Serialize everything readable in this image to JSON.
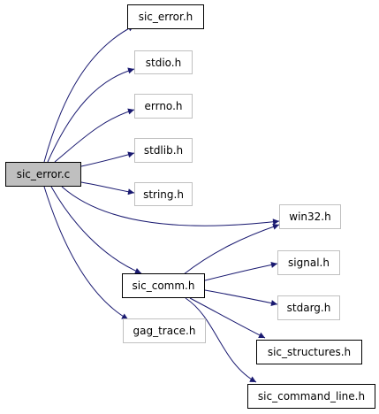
{
  "colors": {
    "edge": "#191970",
    "root_fill": "#bfbfbf",
    "solid_border": "#000000",
    "faint_border": "#c0c0c0"
  },
  "nodes": {
    "sic_error_c": "sic_error.c",
    "sic_error_h": "sic_error.h",
    "stdio_h": "stdio.h",
    "errno_h": "errno.h",
    "stdlib_h": "stdlib.h",
    "string_h": "string.h",
    "win32_h": "win32.h",
    "sic_comm_h": "sic_comm.h",
    "signal_h": "signal.h",
    "stdarg_h": "stdarg.h",
    "gag_trace_h": "gag_trace.h",
    "sic_structures_h": "sic_structures.h",
    "sic_command_line_h": "sic_command_line.h"
  },
  "edges": [
    [
      "sic_error_c",
      "sic_error_h"
    ],
    [
      "sic_error_c",
      "stdio_h"
    ],
    [
      "sic_error_c",
      "errno_h"
    ],
    [
      "sic_error_c",
      "stdlib_h"
    ],
    [
      "sic_error_c",
      "string_h"
    ],
    [
      "sic_error_c",
      "win32_h"
    ],
    [
      "sic_error_c",
      "sic_comm_h"
    ],
    [
      "sic_error_c",
      "gag_trace_h"
    ],
    [
      "sic_comm_h",
      "win32_h"
    ],
    [
      "sic_comm_h",
      "signal_h"
    ],
    [
      "sic_comm_h",
      "stdarg_h"
    ],
    [
      "sic_comm_h",
      "sic_structures_h"
    ],
    [
      "sic_comm_h",
      "sic_command_line_h"
    ]
  ]
}
